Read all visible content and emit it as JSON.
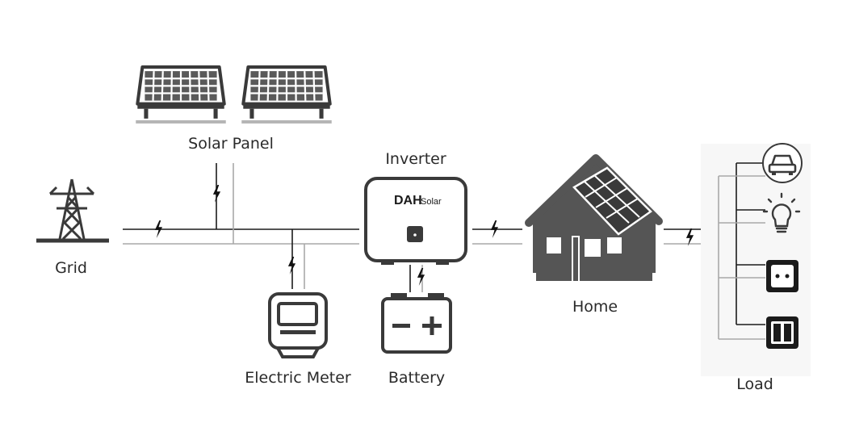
{
  "labels": {
    "solar_panel": "Solar Panel",
    "inverter": "Inverter",
    "grid": "Grid",
    "electric_meter": "Electric Meter",
    "battery": "Battery",
    "home": "Home",
    "load": "Load"
  },
  "inverter_brand": {
    "mark": "DAH",
    "word": "Solar"
  },
  "colors": {
    "line_dark": "#1b1b1b",
    "line_light": "#a8a8a8",
    "icon_fill": "#555555",
    "icon_dark": "#3a3a3a"
  },
  "icons": [
    "solar-panel",
    "transmission-tower",
    "inverter",
    "electric-meter",
    "battery",
    "house",
    "car",
    "light-bulb",
    "power-socket",
    "light-switch",
    "lightning-bolt"
  ]
}
